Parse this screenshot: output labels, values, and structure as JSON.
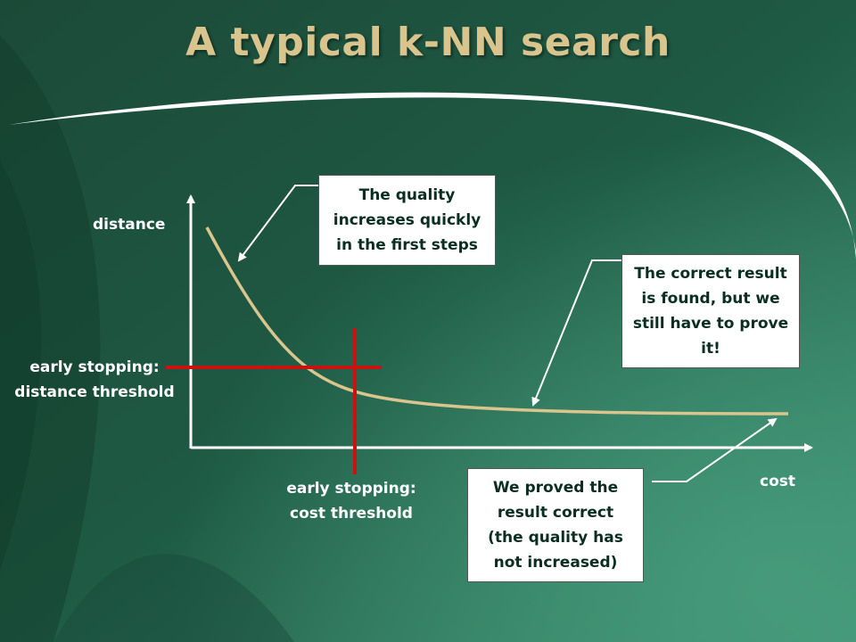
{
  "slide": {
    "title": "A typical k-NN search"
  },
  "axes": {
    "y_label": "distance",
    "x_label": "cost"
  },
  "thresholds": {
    "distance_label_line1": "early stopping:",
    "distance_label_line2": "distance threshold",
    "cost_label_line1": "early stopping:",
    "cost_label_line2": "cost threshold"
  },
  "callouts": {
    "quality_lines": [
      "The quality",
      "increases quickly",
      "in the first steps"
    ],
    "correct_lines": [
      "The correct result",
      "is found, but we",
      "still have to prove",
      "it!"
    ],
    "proved_lines": [
      "We proved the",
      "result correct",
      "(the quality has",
      "not increased)"
    ]
  },
  "colors": {
    "background_dark": "#0f3a2a",
    "background_light": "#3a8a6c",
    "title": "#d8c48c",
    "curve": "#d9c58d",
    "threshold": "#cc1111",
    "axis": "#ffffff",
    "box_text": "#0b2e22"
  }
}
